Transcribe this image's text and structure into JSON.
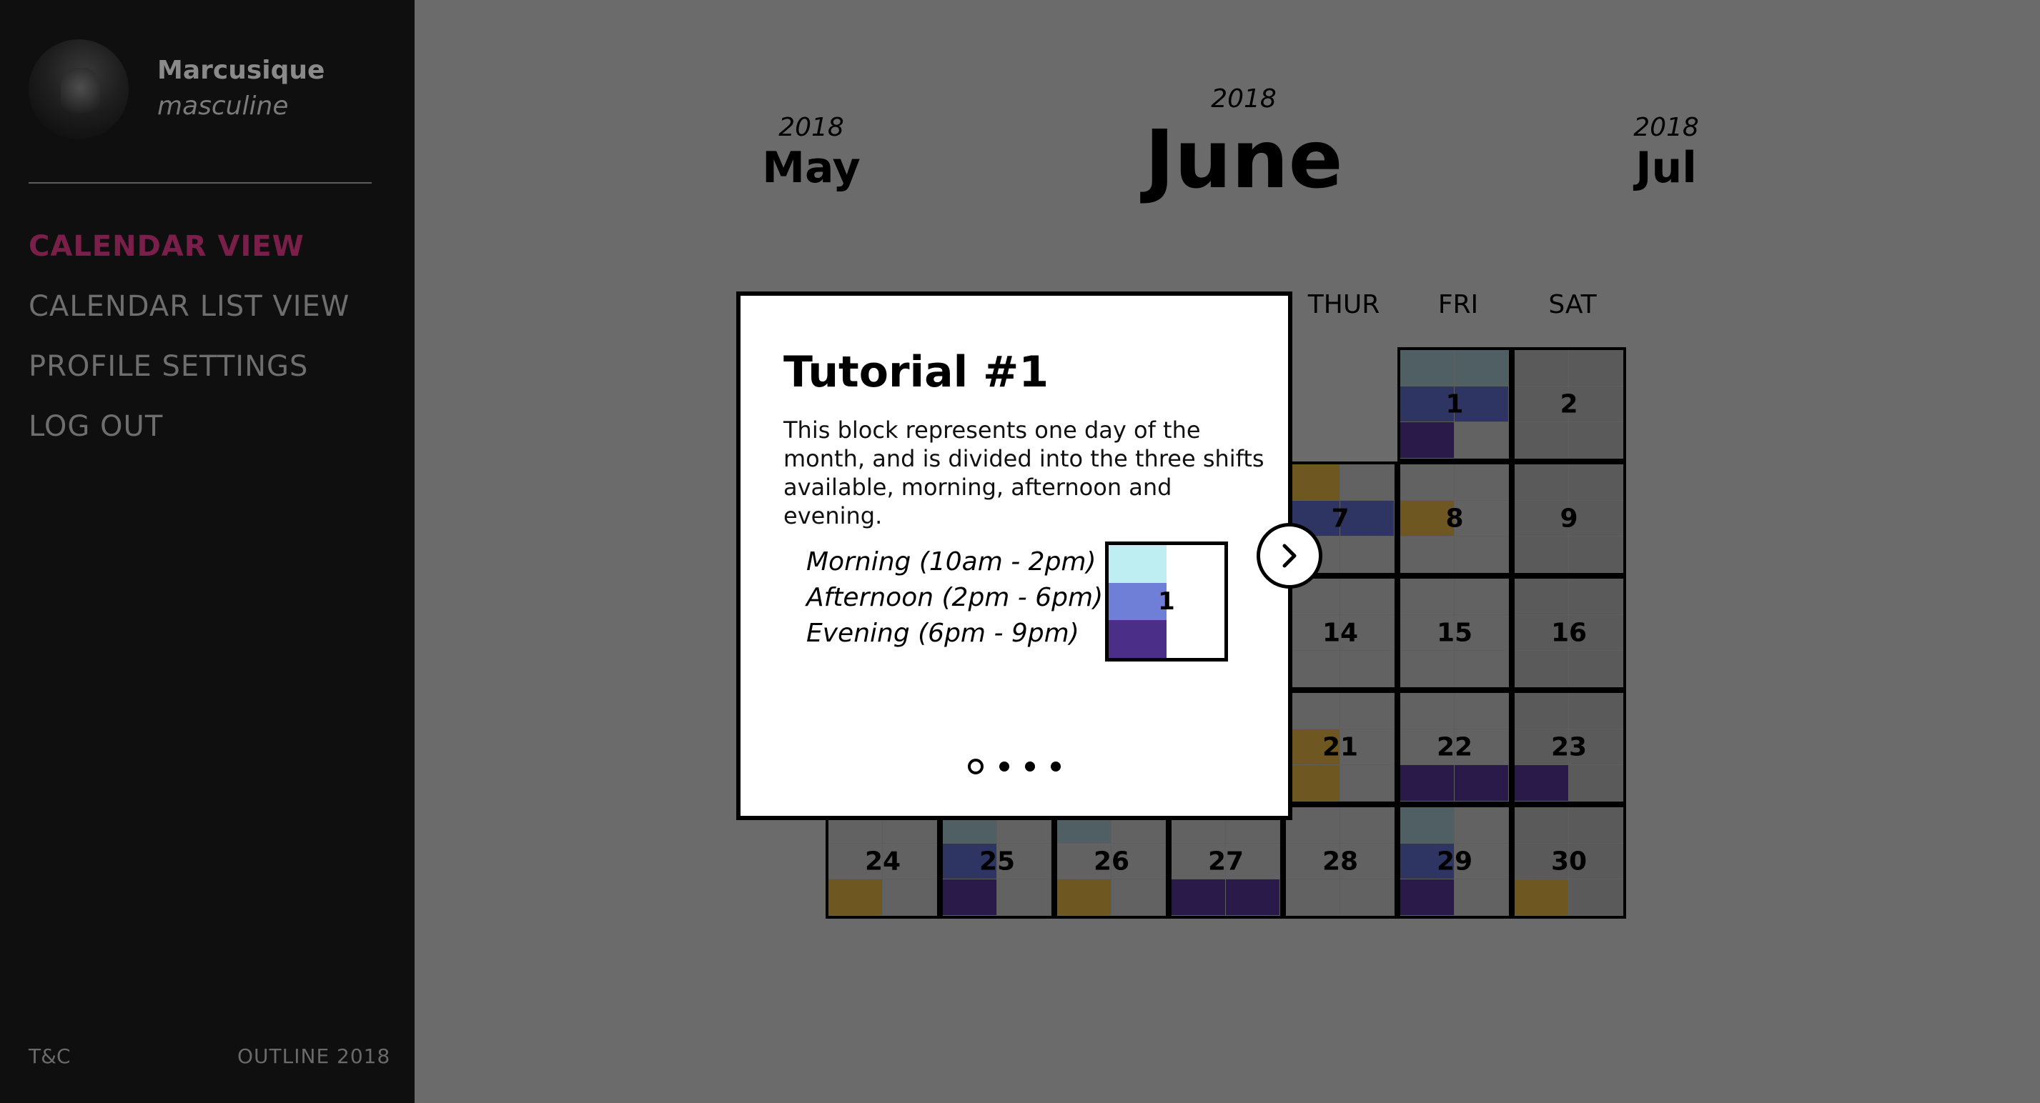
{
  "sidebar": {
    "user_name": "Marcusique",
    "user_gender": "masculine",
    "nav": [
      {
        "label": "CALENDAR VIEW",
        "active": true
      },
      {
        "label": "CALENDAR LIST VIEW",
        "active": false
      },
      {
        "label": "PROFILE SETTINGS",
        "active": false
      },
      {
        "label": "LOG OUT",
        "active": false
      }
    ],
    "footer_left": "T&C",
    "footer_right": "OUTLINE 2018"
  },
  "calendar": {
    "prev": {
      "year": "2018",
      "month": "May"
    },
    "current": {
      "year": "2018",
      "month": "June"
    },
    "next": {
      "year": "2018",
      "month": "Jul"
    },
    "weekdays_visible": [
      "THUR",
      "FRI",
      "SAT"
    ],
    "days_visible": [
      "1",
      "2",
      "7",
      "8",
      "9",
      "14",
      "15",
      "16",
      "21",
      "22",
      "23",
      "24",
      "25",
      "26",
      "27",
      "28",
      "29",
      "30"
    ]
  },
  "colors": {
    "morning": "#bfeef2",
    "afternoon": "#6f7fd8",
    "evening": "#4a2e88",
    "gold": "#8a6a1a",
    "accent_nav": "#7a1f49"
  },
  "tutorial": {
    "title": "Tutorial #1",
    "description": "This block represents one day of the month, and is divided into the three shifts available, morning, afternoon and evening.",
    "shifts": [
      "Morning (10am - 2pm)",
      "Afternoon (2pm - 6pm)",
      "Evening (6pm - 9pm)"
    ],
    "example_day": "1",
    "page_current": 1,
    "page_total": 4
  }
}
